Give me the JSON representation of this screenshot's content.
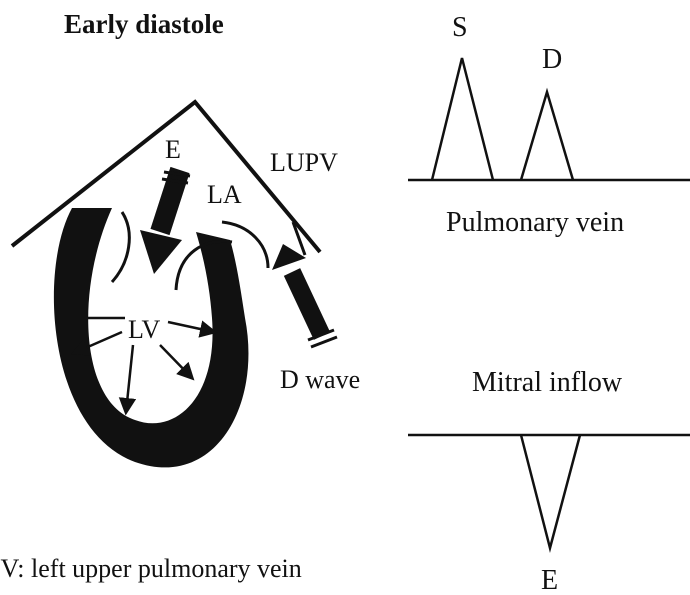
{
  "diagram": {
    "title": "Early diastole",
    "labels": {
      "e_arrow": "E",
      "la": "LA",
      "lupv": "LUPV",
      "lv": "LV",
      "d_wave": "D wave"
    },
    "caption": "PV: left upper pulmonary vein"
  },
  "doppler": {
    "pulmonary_vein": {
      "name": "Pulmonary vein",
      "peaks": [
        "S",
        "D"
      ]
    },
    "mitral_inflow": {
      "name": "Mitral inflow",
      "peaks": [
        "E"
      ]
    }
  },
  "colors": {
    "ink": "#111111",
    "background": "#ffffff"
  }
}
